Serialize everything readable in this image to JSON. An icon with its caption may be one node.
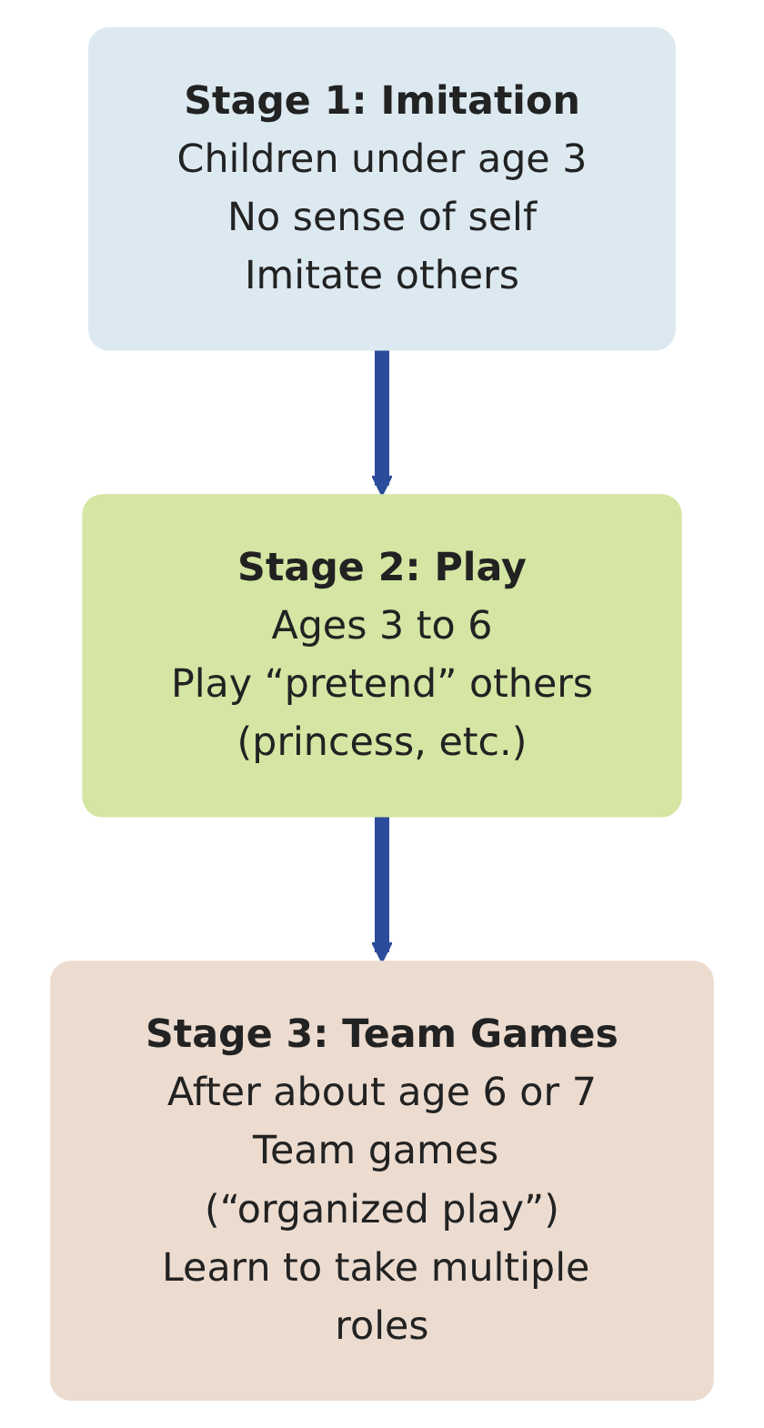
{
  "diagram": {
    "nodes": [
      {
        "text": [
          "Stage 1: Imitation",
          "Children under age 3",
          "No sense of self",
          "Imitate others"
        ]
      },
      {
        "text": [
          "Stage 2: Play",
          "Ages 3 to 6",
          "Play “pretend” others",
          "(princess, etc.)"
        ]
      },
      {
        "text": [
          "Stage 3: Team Games",
          "After about age 6 or 7",
          "Team games (“organized play”)",
          "Learn to take multiple roles"
        ]
      }
    ],
    "edges": [
      {
        "from": 0,
        "to": 1,
        "arrow": "to"
      },
      {
        "from": 1,
        "to": 2,
        "arrow": "to"
      }
    ]
  }
}
